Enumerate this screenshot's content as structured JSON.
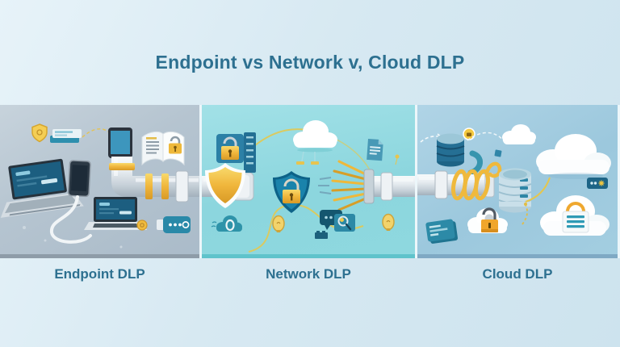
{
  "title": "Endpoint vs Network v, Cloud DLP",
  "panels": [
    {
      "id": "endpoint",
      "label": "Endpoint DLP",
      "background": "#b5c4d0",
      "edge_color": "#8e9ca8",
      "icons": [
        "shield-badge-icon",
        "credit-card-icon",
        "policy-book-icon",
        "laptop-icon",
        "smartphone-icon",
        "cable",
        "laptop-front-icon",
        "phone-on-pipe-icon",
        "data-pipe-icon",
        "coin-icon",
        "usb-drive-icon"
      ]
    },
    {
      "id": "network",
      "label": "Network DLP",
      "background": "#8cd6de",
      "edge_color": "#5fc3cb",
      "icons": [
        "pipe-inlet-icon",
        "gold-shield-icon",
        "padlock-server-icon",
        "cloud-icon",
        "network-shield-lock-icon",
        "document-icon",
        "filter-pipe-icon",
        "secure-cloud-icon",
        "lightbulb-icon",
        "chat-bubble-icon",
        "magnifier-icon",
        "brick-icon"
      ]
    },
    {
      "id": "cloud",
      "label": "Cloud DLP",
      "background": "#9cc8dd",
      "edge_color": "#7fa9c4",
      "icons": [
        "coiled-pipe-icon",
        "database-icon",
        "ribbon-icon",
        "cloud-database-icon",
        "small-cloud-icon",
        "big-cloud-icon",
        "cloud-lock-icon",
        "cloud-lock-lines-icon",
        "data-card-icon",
        "password-chip-icon",
        "dashed-arrow-icon"
      ]
    }
  ],
  "colors": {
    "title_text": "#2d7090",
    "accent_gold": "#f0b63c",
    "accent_teal": "#2e93a9",
    "screen_blue": "#1c5e80",
    "pipe_light": "#eef2f5",
    "top_background": "#d7e9f2"
  }
}
